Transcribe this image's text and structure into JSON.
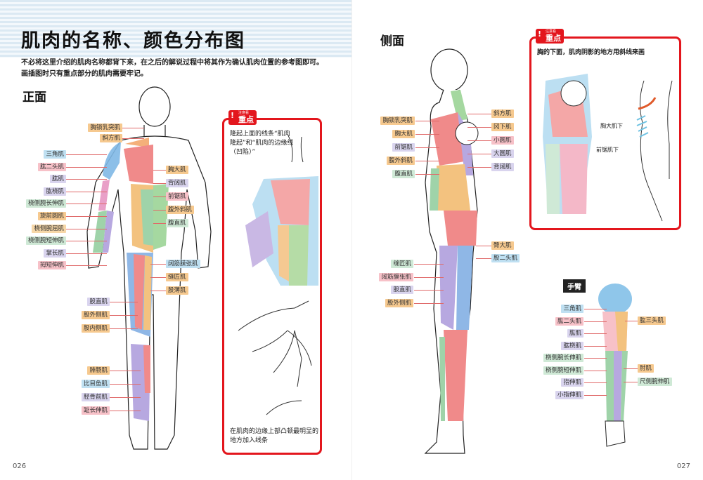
{
  "left_page": {
    "title": "肌肉的名称、颜色分布图",
    "intro_line1": "不必将这里介绍的肌肉名称都背下来，在之后的解说过程中将其作为确认肌肉位置的参考图即可。",
    "intro_line2": "画插图时只有重点部分的肌肉需要牢记。",
    "section_front": "正面",
    "labels_front_left": [
      {
        "text": "胸锁乳突肌",
        "color": "#f6c98f"
      },
      {
        "text": "斜方肌",
        "color": "#f6c98f"
      },
      {
        "text": "三角肌",
        "color": "#bfe0f2"
      },
      {
        "text": "肱二头肌",
        "color": "#f7c1c8"
      },
      {
        "text": "肱肌",
        "color": "#d9d4ee"
      },
      {
        "text": "肱桡肌",
        "color": "#d9d4ee"
      },
      {
        "text": "桡侧腕长伸肌",
        "color": "#cfe9d6"
      },
      {
        "text": "旋前圆肌",
        "color": "#f6c98f"
      },
      {
        "text": "桡侧腕屈肌",
        "color": "#f6d7a8"
      },
      {
        "text": "桡侧腕短伸肌",
        "color": "#cfe9d6"
      },
      {
        "text": "掌长肌",
        "color": "#d9d4ee"
      },
      {
        "text": "拇短伸肌",
        "color": "#f7c1c8"
      }
    ],
    "labels_front_right": [
      {
        "text": "胸大肌",
        "color": "#f6c98f"
      },
      {
        "text": "背阔肌",
        "color": "#d9d4ee"
      },
      {
        "text": "前锯肌",
        "color": "#f7c1c8"
      },
      {
        "text": "腹外斜肌",
        "color": "#f6c98f"
      },
      {
        "text": "腹直肌",
        "color": "#cfe9d6"
      },
      {
        "text": "阔筋膜张肌",
        "color": "#bfe0f2"
      },
      {
        "text": "缝匠肌",
        "color": "#f6c98f"
      },
      {
        "text": "股薄肌",
        "color": "#f6c98f"
      }
    ],
    "labels_leg": [
      {
        "text": "股直肌",
        "color": "#d9d4ee"
      },
      {
        "text": "股外侧肌",
        "color": "#f6c98f"
      },
      {
        "text": "股内侧肌",
        "color": "#f6c98f"
      },
      {
        "text": "腓肠肌",
        "color": "#f6c98f"
      },
      {
        "text": "比目鱼肌",
        "color": "#bfe0f2"
      },
      {
        "text": "胫骨前肌",
        "color": "#d9d4ee"
      },
      {
        "text": "趾长伸肌",
        "color": "#f7c1c8"
      }
    ],
    "callout": {
      "tag_small": "注意看",
      "tag": "重点",
      "text_top": "隆起上面的线条“肌肉隆起”和“肌肉的边缘线（凹陷）”",
      "text_bottom": "在肌肉的边缘上部凸顿最明显的地方加入线条"
    },
    "page_number": "026"
  },
  "right_page": {
    "section_side": "侧面",
    "labels_side_left": [
      {
        "text": "胸锁乳突肌",
        "color": "#f6c98f"
      },
      {
        "text": "胸大肌",
        "color": "#f6c98f"
      },
      {
        "text": "前锯肌",
        "color": "#d9d4ee"
      },
      {
        "text": "腹外斜肌",
        "color": "#f6c98f"
      },
      {
        "text": "腹直肌",
        "color": "#cfe9d6"
      }
    ],
    "labels_side_right": [
      {
        "text": "斜方肌",
        "color": "#f6c98f"
      },
      {
        "text": "冈下肌",
        "color": "#f6c98f"
      },
      {
        "text": "小圆肌",
        "color": "#f7c1c8"
      },
      {
        "text": "大圆肌",
        "color": "#d9d4ee"
      },
      {
        "text": "背阔肌",
        "color": "#d9d4ee"
      }
    ],
    "labels_hip": [
      {
        "text": "臀大肌",
        "color": "#f6c98f"
      },
      {
        "text": "股二头肌",
        "color": "#bfe0f2"
      }
    ],
    "labels_side_leg": [
      {
        "text": "缝匠肌",
        "color": "#cfe9d6"
      },
      {
        "text": "阔筋膜张肌",
        "color": "#f7c1c8"
      },
      {
        "text": "股直肌",
        "color": "#d9d4ee"
      },
      {
        "text": "股外侧肌",
        "color": "#f6c98f"
      }
    ],
    "callout": {
      "tag_small": "注意看",
      "tag": "重点",
      "text": "胸的下面，肌肉阴影的地方用斜线来画",
      "note1": "胸大肌下",
      "note2": "前锯肌下"
    },
    "arm_section": "手臂",
    "labels_arm_left": [
      {
        "text": "三角肌",
        "color": "#bfe0f2"
      },
      {
        "text": "肱二头肌",
        "color": "#f7c1c8"
      },
      {
        "text": "肱肌",
        "color": "#d9d4ee"
      },
      {
        "text": "肱桡肌",
        "color": "#d9d4ee"
      },
      {
        "text": "桡侧腕长伸肌",
        "color": "#cfe9d6"
      },
      {
        "text": "桡侧腕短伸肌",
        "color": "#cfe9d6"
      },
      {
        "text": "指伸肌",
        "color": "#d9d4ee"
      },
      {
        "text": "小指伸肌",
        "color": "#d9d4ee"
      }
    ],
    "labels_arm_right": [
      {
        "text": "肱三头肌",
        "color": "#f6c98f"
      },
      {
        "text": "肘肌",
        "color": "#f6c98f"
      },
      {
        "text": "尺侧腕伸肌",
        "color": "#cfe9d6"
      }
    ],
    "page_number": "027"
  }
}
